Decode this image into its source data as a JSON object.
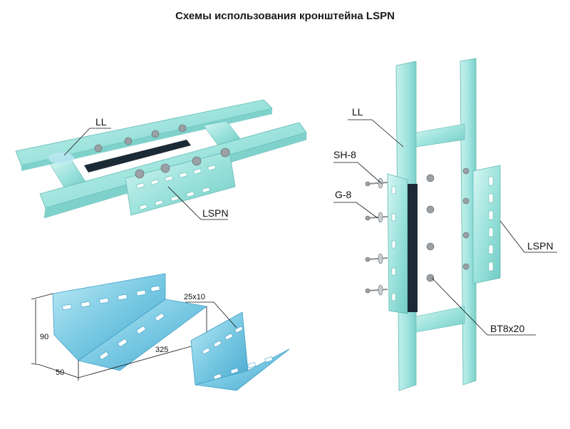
{
  "title": "Схемы использования кронштейна LSPN",
  "labels": {
    "ll_left": "LL",
    "lspn_left": "LSPN",
    "ll_right": "LL",
    "sh8": "SH-8",
    "g8": "G-8",
    "lspn_right": "LSPN",
    "bt": "BT8x20"
  },
  "dimensions": {
    "height": "90",
    "depth": "50",
    "length": "325",
    "hole": "25x10"
  },
  "colors": {
    "metal": "#9ee3dd",
    "metal_dark": "#6cc8c2",
    "metal_light": "#c9f1ee",
    "bolt": "#9aa0a4",
    "shadow": "#1c2a35"
  }
}
